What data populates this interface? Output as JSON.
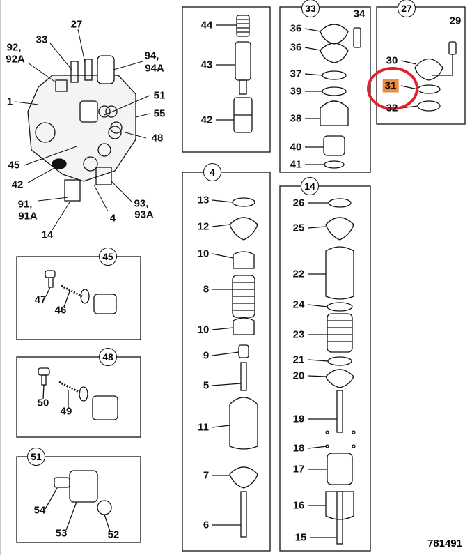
{
  "main_assembly": {
    "labels": [
      "27",
      "33",
      "92,",
      "92A",
      "94,",
      "94A",
      "1",
      "51",
      "55",
      "48",
      "45",
      "42",
      "91,",
      "91A",
      "4",
      "93,",
      "93A",
      "14"
    ]
  },
  "box_45": {
    "callout": "45",
    "labels": [
      "47",
      "46"
    ]
  },
  "box_48": {
    "callout": "48",
    "labels": [
      "50",
      "49"
    ]
  },
  "box_51": {
    "callout": "51",
    "labels": [
      "54",
      "53",
      "52"
    ]
  },
  "box_spool": {
    "labels": [
      "44",
      "43",
      "42"
    ]
  },
  "box_33": {
    "callout": "33",
    "labels": [
      "34",
      "36",
      "36",
      "37",
      "39",
      "38",
      "40",
      "41"
    ]
  },
  "box_27": {
    "callout": "27",
    "labels": [
      "29",
      "30",
      "31",
      "32"
    ],
    "highlighted": "31",
    "highlight_color": "#f08a3c",
    "circle_color": "#e0222a"
  },
  "box_4": {
    "callout": "4",
    "labels": [
      "13",
      "12",
      "10",
      "8",
      "10",
      "9",
      "5",
      "11",
      "7",
      "6"
    ]
  },
  "box_14": {
    "callout": "14",
    "labels": [
      "26",
      "25",
      "22",
      "24",
      "23",
      "21",
      "20",
      "19",
      "18",
      "17",
      "16",
      "15"
    ]
  },
  "reference_number": "781491"
}
